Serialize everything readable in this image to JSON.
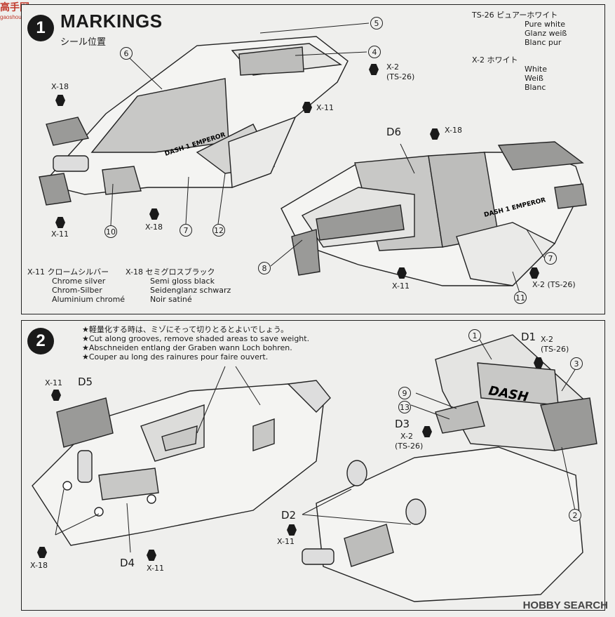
{
  "logo": {
    "text": "高手网",
    "sub": "gaoshou.net"
  },
  "step1": {
    "number": "1",
    "title": "MARKINGS",
    "subtitle": "シール位置",
    "legend_ts26": [
      "TS-26  ピュアーホワイト",
      "Pure white",
      "Glanz weiß",
      "Blanc pur"
    ],
    "legend_x2": [
      "X-2  ホワイト",
      "White",
      "Weiß",
      "Blanc"
    ],
    "legend_x11": [
      "X-11  クロームシルバー",
      "Chrome silver",
      "Chrom-Silber",
      "Aluminium chromé"
    ],
    "legend_x18": [
      "X-18  セミグロスブラック",
      "Semi gloss black",
      "Seidenglanz schwarz",
      "Noir satiné"
    ],
    "paint_labels": {
      "x2_top": "X-2",
      "ts26_top": "(TS-26)",
      "x11_mid": "X-11",
      "x18_left": "X-18",
      "x11_left": "X-11",
      "x18_bottom": "X-18",
      "x18_right": "X-18",
      "x11_right": "X-11",
      "x2_right": "X-2 (TS-26)",
      "d6": "D6"
    },
    "decal_numbers": [
      "5",
      "4",
      "6",
      "7",
      "10",
      "12",
      "8",
      "7",
      "11"
    ],
    "body_text": "DASH 1 EMPEROR"
  },
  "step2": {
    "number": "2",
    "notes": [
      "★軽量化する時は、ミゾにそって切りとるとよいでしょう。",
      "★Cut along grooves, remove shaded areas to save weight.",
      "★Abschneiden entlang der Graben wann Loch bohren.",
      "★Couper au long des rainures pour faire ouvert."
    ],
    "labels": {
      "x11_a": "X-11",
      "d5": "D5",
      "x18_a": "X-18",
      "d4": "D4",
      "x11_b": "X-11",
      "d1": "D1",
      "x2_a": "X-2",
      "ts26_a": "(TS-26)",
      "d3": "D3",
      "x2_b": "X-2",
      "ts26_b": "(TS-26)",
      "d2": "D2",
      "x11_c": "X-11"
    },
    "part_numbers": [
      "1",
      "3",
      "9",
      "13",
      "2"
    ],
    "wing_text": "DASH"
  },
  "watermark": "HOBBY SEARCH"
}
